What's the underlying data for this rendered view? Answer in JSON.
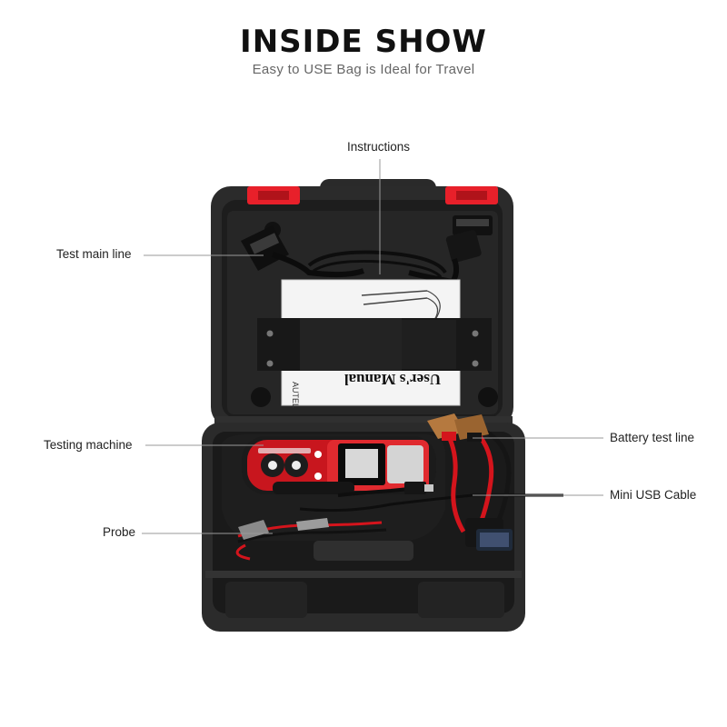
{
  "header": {
    "title": "INSIDE SHOW",
    "subtitle": "Easy to USE Bag is Ideal for Travel"
  },
  "callouts": {
    "instructions": "Instructions",
    "test_main_line": "Test main line",
    "testing_machine": "Testing machine",
    "probe": "Probe",
    "battery_test_line": "Battery test line",
    "mini_usb_cable": "Mini USB Cable"
  },
  "manual": {
    "title": "User's Manual",
    "brand": "AUTEL"
  },
  "colors": {
    "case": "#2b2b2b",
    "case_inner": "#1c1c1c",
    "latch": "#e8202a",
    "device_red": "#c8161e",
    "clip_copper": "#b5793f",
    "cable_red": "#d4141c"
  }
}
